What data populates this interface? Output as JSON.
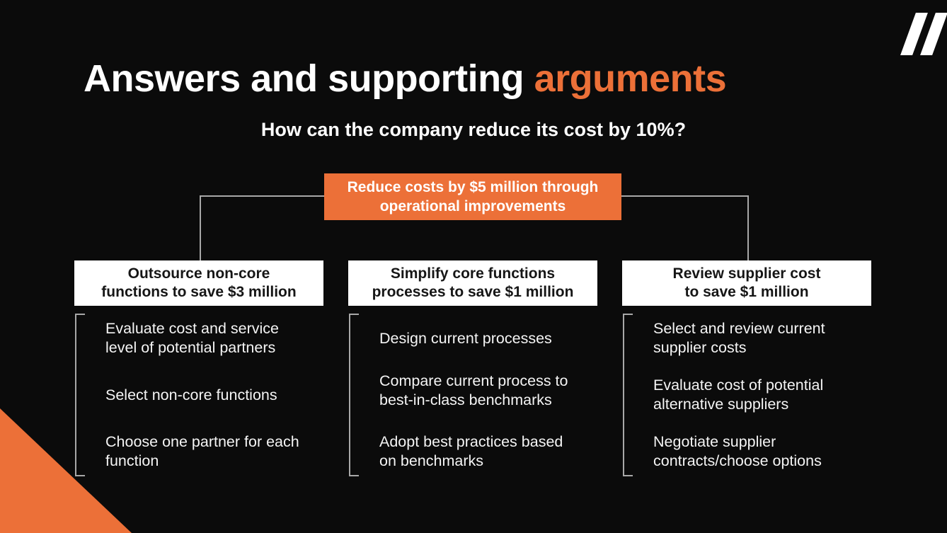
{
  "title": {
    "main": "Answers and supporting",
    "accent": "arguments"
  },
  "question": "How can the company reduce its cost by 10%?",
  "root_box": [
    "Reduce costs by $5 million through",
    "operational improvements"
  ],
  "columns": [
    {
      "heading": [
        "Outsource non-core",
        "functions to save $3 million"
      ],
      "items": [
        [
          "Evaluate cost and service",
          "level of potential partners"
        ],
        [
          "Select non-core functions"
        ],
        [
          "Choose one partner for each",
          "function"
        ]
      ]
    },
    {
      "heading": [
        "Simplify core functions",
        "processes to save $1 million"
      ],
      "items": [
        [
          "Design current processes"
        ],
        [
          "Compare current process to",
          "best-in-class benchmarks"
        ],
        [
          "Adopt best practices based",
          "on benchmarks"
        ]
      ]
    },
    {
      "heading": [
        "Review supplier cost",
        "to save $1 million"
      ],
      "items": [
        [
          "Select and review current",
          "supplier costs"
        ],
        [
          "Evaluate cost of potential",
          "alternative suppliers"
        ],
        [
          "Negotiate supplier",
          "contracts/choose options"
        ]
      ]
    }
  ],
  "logo": {
    "icon": "double-slash-logo",
    "glyph": "//"
  },
  "colors": {
    "background": "#0B0B0B",
    "accent": "#EC7038",
    "connector": "#A8A8A8",
    "heading_text": "#161616",
    "body_text": "#F4F4F4"
  }
}
